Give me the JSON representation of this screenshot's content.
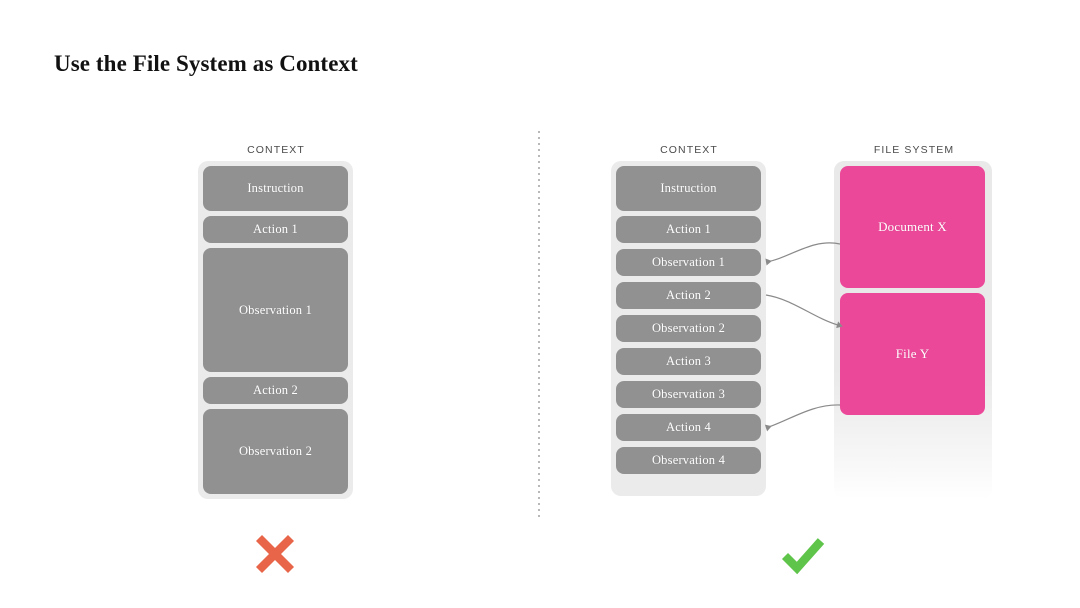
{
  "slide": {
    "title": "Use the File System as Context",
    "background": "#ffffff"
  },
  "colors": {
    "context_box": "#919191",
    "file_box": "#ec4899",
    "panel": "#ebebeb",
    "connector": "#8a8a8a",
    "cross": "#e8654a",
    "check": "#5fc44a",
    "title_text": "#111111",
    "header_text": "#4b4b4b"
  },
  "left_example": {
    "header": "CONTEXT",
    "boxes": [
      {
        "label": "Instruction",
        "size": "tall"
      },
      {
        "label": "Action 1",
        "size": "short"
      },
      {
        "label": "Observation 1",
        "size": "xtall"
      },
      {
        "label": "Action 2",
        "size": "short"
      },
      {
        "label": "Observation 2",
        "size": "tall"
      }
    ],
    "verdict": "cross",
    "verdict_icon": "cross-icon"
  },
  "right_example": {
    "context": {
      "header": "CONTEXT",
      "boxes": [
        {
          "label": "Instruction",
          "size": "tall"
        },
        {
          "label": "Action 1",
          "size": "short"
        },
        {
          "label": "Observation 1",
          "size": "short"
        },
        {
          "label": "Action 2",
          "size": "short"
        },
        {
          "label": "Observation 2",
          "size": "short"
        },
        {
          "label": "Action 3",
          "size": "short"
        },
        {
          "label": "Observation 3",
          "size": "short"
        },
        {
          "label": "Action 4",
          "size": "short"
        },
        {
          "label": "Observation 4",
          "size": "short"
        }
      ]
    },
    "file_system": {
      "header": "FILE SYSTEM",
      "boxes": [
        {
          "label": "Document X"
        },
        {
          "label": "File Y"
        }
      ]
    },
    "connectors": [
      {
        "from": "Document X",
        "to": "Observation 1",
        "direction": "left"
      },
      {
        "from": "Action 2",
        "to": "File Y",
        "direction": "right"
      },
      {
        "from": "File Y",
        "to": "Action 4",
        "direction": "left"
      }
    ],
    "verdict": "check",
    "verdict_icon": "check-icon"
  }
}
